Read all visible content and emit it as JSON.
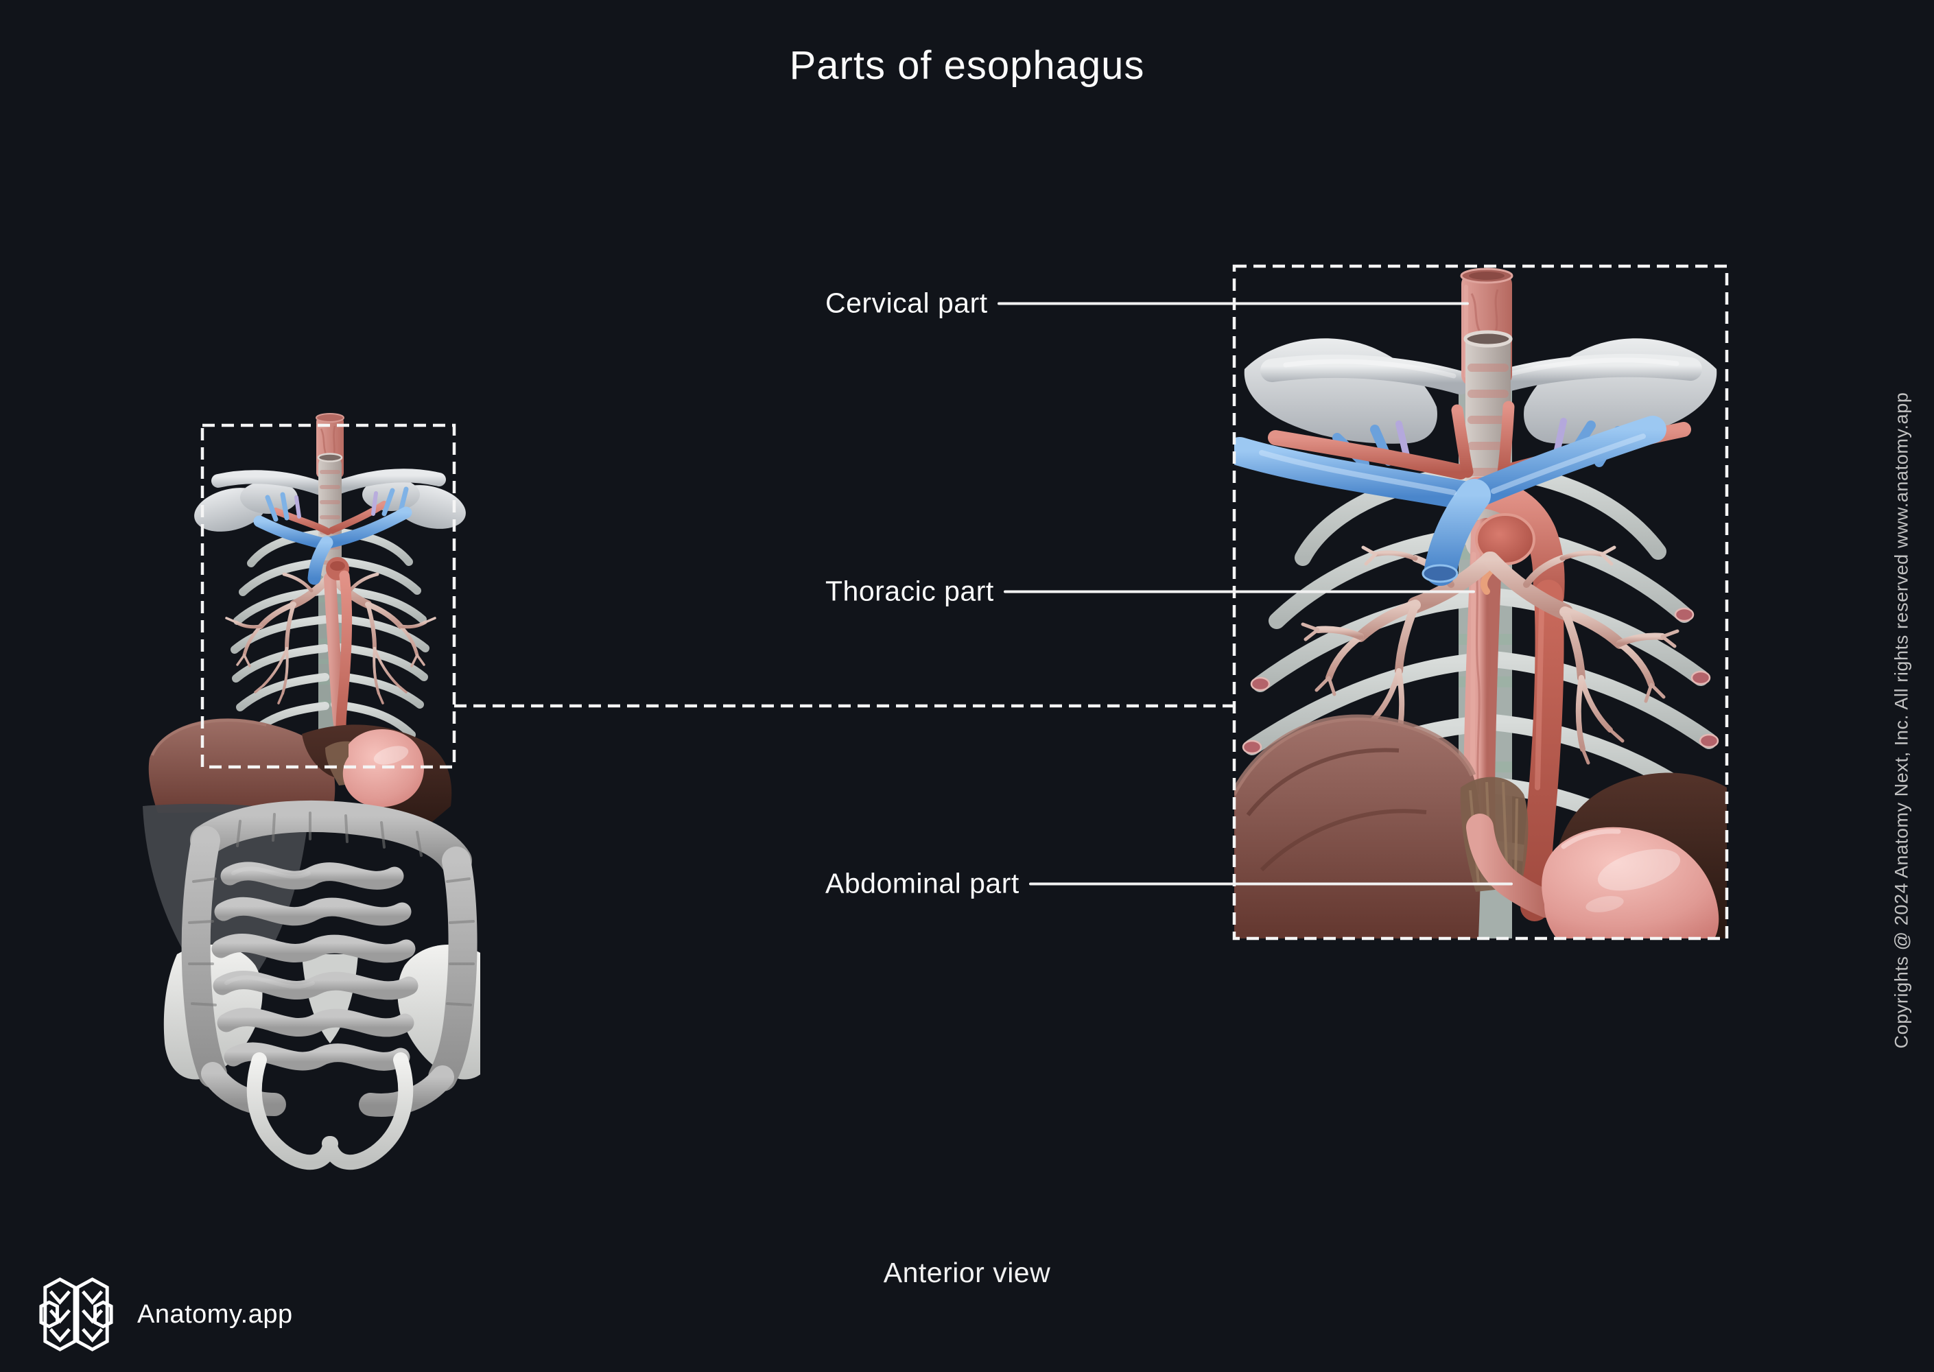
{
  "page": {
    "title": "Parts of esophagus",
    "view_caption": "Anterior view",
    "copyright": "Copyrights @ 2024 Anatomy Next, Inc. All rights reserved www.anatomy.app",
    "background_color": "#11141a",
    "text_color": "#fafafa"
  },
  "brand": {
    "name": "Anatomy.app",
    "logo_icon": "brain-logo-icon",
    "color": "#ffffff"
  },
  "annotations": {
    "line_color": "#f2f2f2",
    "dashed_box_color": "#f5f5f5",
    "labels": [
      {
        "id": "cervical-part",
        "text": "Cervical part"
      },
      {
        "id": "thoracic-part",
        "text": "Thoracic part"
      },
      {
        "id": "abdominal-part",
        "text": "Abdominal part"
      }
    ]
  },
  "figure_palette": {
    "bone": "#c9cdd1",
    "rib": "#c6ccca",
    "vein_blue": "#5b96d6",
    "artery_red": "#c4685c",
    "esophagus_pink": "#cc837b",
    "trachea": "#c2b9b4",
    "bronchus": "#d8bcb3",
    "liver": "#845a52",
    "liver_dark": "#3a241d",
    "stomach": "#e39a94",
    "intestine": "#a6a6a6",
    "pelvis": "#e3e4e2"
  }
}
